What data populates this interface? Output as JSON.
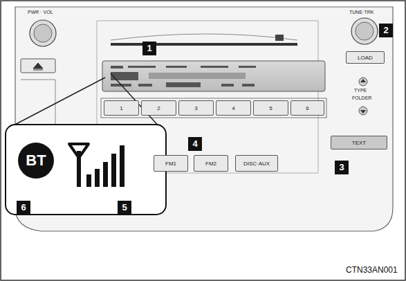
{
  "diagram": {
    "nodes": [
      {
        "text": [
          "1"
        ]
      },
      {
        "text": [
          "2"
        ]
      },
      {
        "text": [
          "3"
        ]
      },
      {
        "text": [
          "4"
        ]
      },
      {
        "text": [
          "5"
        ]
      },
      {
        "text": [
          "6"
        ]
      },
      {
        "text": [
          "FM1"
        ]
      },
      {
        "text": [
          "FM2"
        ]
      },
      {
        "text": [
          "DISC·AUX"
        ]
      },
      {
        "text": [
          "LOAD"
        ]
      },
      {
        "text": [
          "TEXT"
        ]
      }
    ],
    "labels": [
      "PWR · VOL",
      "TUNE·TRK",
      "1",
      "2",
      "TYPE",
      "FOLDER",
      "4",
      "3",
      "BT",
      "6",
      "5",
      "CTN33AN001"
    ]
  }
}
